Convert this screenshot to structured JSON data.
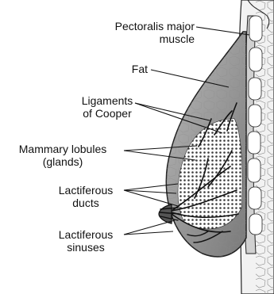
{
  "labels": {
    "pectoralis_line1": "Pectoralis major",
    "pectoralis_line2": "muscle",
    "fat": "Fat",
    "cooper_line1": "Ligaments",
    "cooper_line2": "of Cooper",
    "lobules_line1": "Mammary lobules",
    "lobules_line2": "(glands)",
    "ducts_line1": "Lactiferous",
    "ducts_line2": "ducts",
    "sinuses_line1": "Lactiferous",
    "sinuses_line2": "sinuses"
  }
}
